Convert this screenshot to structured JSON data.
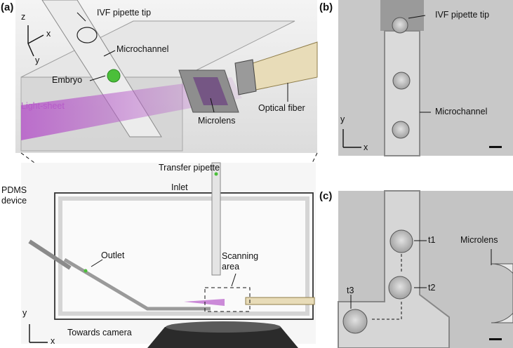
{
  "panels": {
    "a": {
      "letter": "(a)",
      "labels": {
        "ivf_tip": "IVF pipette tip",
        "microchannel": "Microchannel",
        "embryo": "Embryo",
        "light_sheet": "Light-sheet",
        "microlens": "Microlens",
        "optical_fiber": "Optical fiber",
        "transfer_pipette": "Transfer pipette",
        "inlet": "Inlet",
        "pdms_device": "PDMS\ndevice",
        "outlet": "Outlet",
        "scanning_area": "Scanning\narea",
        "towards_camera": "Towards camera"
      },
      "axes_top": {
        "z": "z",
        "x": "x",
        "y": "y"
      },
      "axes_bottom": {
        "y": "y",
        "x": "x"
      }
    },
    "b": {
      "letter": "(b)",
      "labels": {
        "ivf_tip": "IVF pipette tip",
        "microchannel": "Microchannel"
      },
      "axes": {
        "y": "y",
        "x": "x"
      }
    },
    "c": {
      "letter": "(c)",
      "labels": {
        "microlens": "Microlens",
        "t1": "t1",
        "t2": "t2",
        "t3": "t3"
      }
    }
  },
  "colors": {
    "light_sheet": "#b65ac9",
    "embryo": "#4bbf3a",
    "fiber": "#e8dcb8",
    "micro_bg": "#c9c9c9"
  }
}
